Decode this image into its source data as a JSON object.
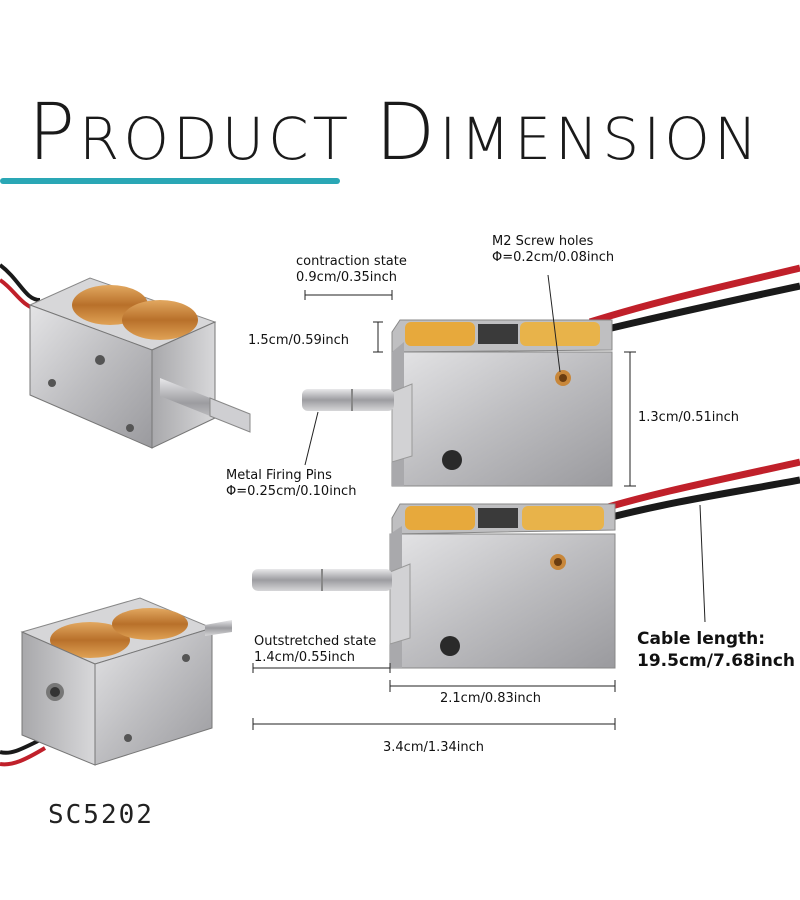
{
  "title": {
    "first_letter_1": "P",
    "rest_1": "RODUCT",
    "first_letter_2": "D",
    "rest_2": "IMENSION"
  },
  "colors": {
    "accent": "#2aa7b5",
    "metal": "#c9c9cb",
    "copper": "#c98a3a",
    "wire_red": "#c0202a",
    "wire_black": "#1a1a1a"
  },
  "labels": {
    "contraction_title": "contraction state",
    "contraction_value": "0.9cm/0.35inch",
    "screw_title": "M2 Screw holes",
    "screw_value": "Φ=0.2cm/0.08inch",
    "depth": "1.5cm/0.59inch",
    "height": "1.3cm/0.51inch",
    "pin_title": "Metal Firing Pins",
    "pin_value": "Φ=0.25cm/0.10inch",
    "outstretched_title": "Outstretched state",
    "outstretched_value": "1.4cm/0.55inch",
    "cable_title": "Cable length:",
    "cable_value": "19.5cm/7.68inch",
    "body_length": "2.1cm/0.83inch",
    "total_length": "3.4cm/1.34inch"
  },
  "model": "SC5202"
}
